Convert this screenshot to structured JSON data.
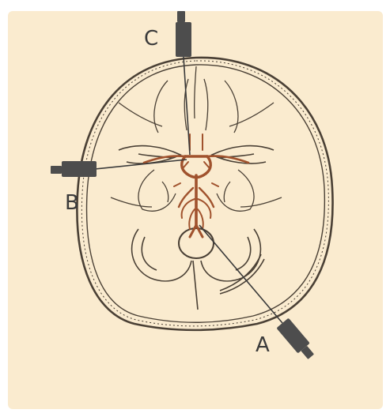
{
  "colors": {
    "background": "#faebcf",
    "skull_outline": "#4a4035",
    "vessels": "#a0522d",
    "probe": "#4d4d4d",
    "beam": "#3a3a3a"
  },
  "probes": [
    {
      "id": "C",
      "label": "C"
    },
    {
      "id": "B",
      "label": "B"
    },
    {
      "id": "A",
      "label": "A"
    }
  ]
}
